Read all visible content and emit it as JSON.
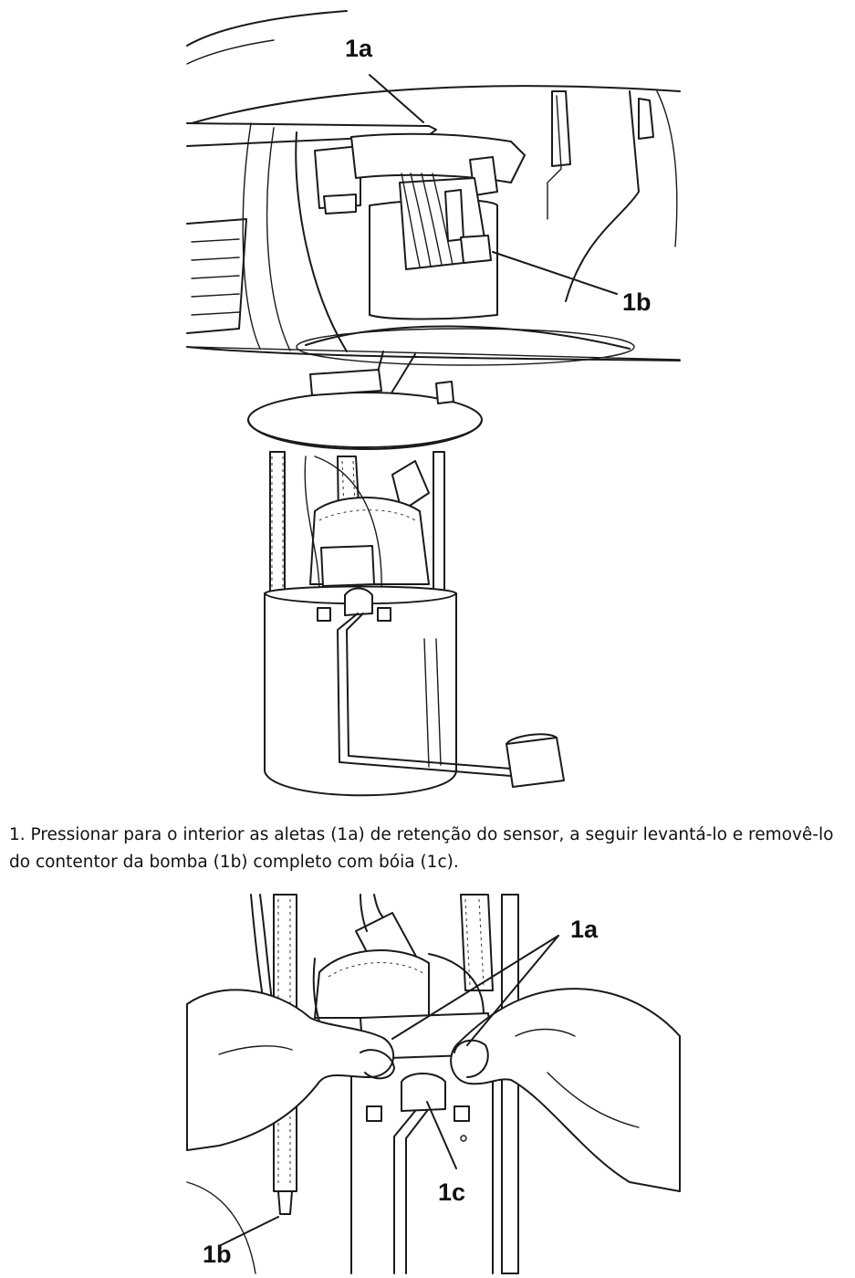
{
  "figure_top": {
    "callouts": {
      "a": "1a",
      "b": "1b"
    }
  },
  "caption": {
    "text": "1. Pressionar para o interior as aletas (1a) de retenção do sensor, a seguir levantá-lo e removê-lo do contentor da bomba (1b) completo com bóia (1c)."
  },
  "figure_bottom": {
    "callouts": {
      "a": "1a",
      "c": "1c",
      "b": "1b"
    }
  }
}
